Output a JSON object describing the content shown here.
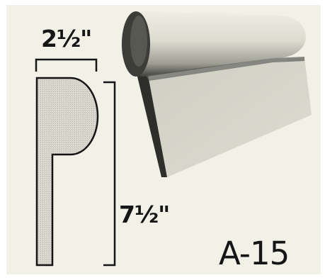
{
  "diagram": {
    "width_dimension": "2½\"",
    "height_dimension": "7½\"",
    "part_number": "A-15"
  },
  "colors": {
    "background": "#f2f1e7",
    "ink": "#151515",
    "profile_fill": "#d8d6cc",
    "flange_fill": "#d6d6c9",
    "bulb_highlight": "#ececE2",
    "bulb_shadow": "#4a4a46"
  }
}
